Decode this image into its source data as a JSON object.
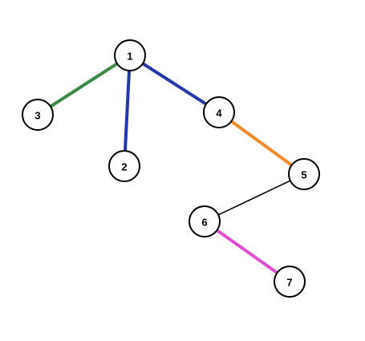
{
  "graph": {
    "nodes": [
      {
        "id": "1",
        "label": "1"
      },
      {
        "id": "2",
        "label": "2"
      },
      {
        "id": "3",
        "label": "3"
      },
      {
        "id": "4",
        "label": "4"
      },
      {
        "id": "5",
        "label": "5"
      },
      {
        "id": "6",
        "label": "6"
      },
      {
        "id": "7",
        "label": "7"
      }
    ],
    "edges": [
      {
        "source": "1",
        "target": "3",
        "color": "#3a8a45"
      },
      {
        "source": "1",
        "target": "2",
        "color": "#2438a8"
      },
      {
        "source": "1",
        "target": "4",
        "color": "#2438a8"
      },
      {
        "source": "4",
        "target": "5",
        "color": "#f08a2c"
      },
      {
        "source": "5",
        "target": "6",
        "color": "#000000"
      },
      {
        "source": "6",
        "target": "7",
        "color": "#e04fd0"
      }
    ]
  }
}
